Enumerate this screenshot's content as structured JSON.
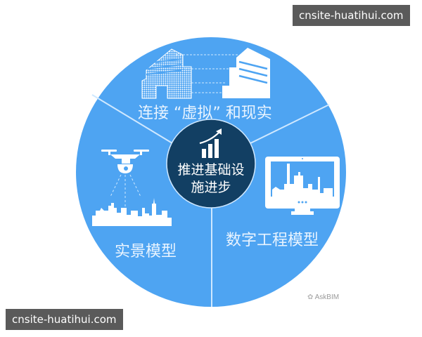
{
  "diagram": {
    "center": {
      "lines": [
        "推进基础设",
        "施进步"
      ],
      "icon": "growth-bar-chart-icon",
      "color": "#123f63"
    },
    "segments": [
      {
        "label": "连接 “虚拟” 和现实",
        "icon": "virtual-and-real-buildings-icon",
        "position": "top"
      },
      {
        "label": "实景模型",
        "icon": "drone-scanning-city-icon",
        "position": "bottom-left"
      },
      {
        "label": "数字工程模型",
        "icon": "monitor-with-plant-icon",
        "position": "bottom-right"
      }
    ],
    "colors": {
      "ring": "#4ea4f2",
      "divider": "#cfe8ff",
      "text": "#e9f4ff"
    }
  },
  "watermarks": {
    "top_right": "cnsite-huatihui.com",
    "bottom_left": "cnsite-huatihui.com"
  },
  "credit": {
    "text": "AskBIM",
    "icon": "wechat-icon"
  }
}
